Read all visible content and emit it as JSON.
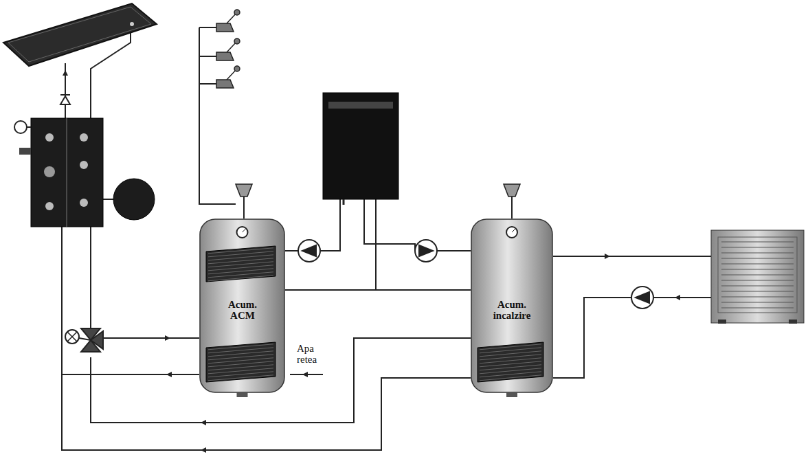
{
  "diagram": {
    "nodes": [
      {
        "text": [
          "Acum. ACM"
        ]
      },
      {
        "text": [
          "Acum. incalzire"
        ]
      }
    ],
    "edges": [
      {
        "from": 0,
        "to": 1,
        "arrow": "none"
      }
    ],
    "labels": [
      "Apa retea"
    ]
  }
}
